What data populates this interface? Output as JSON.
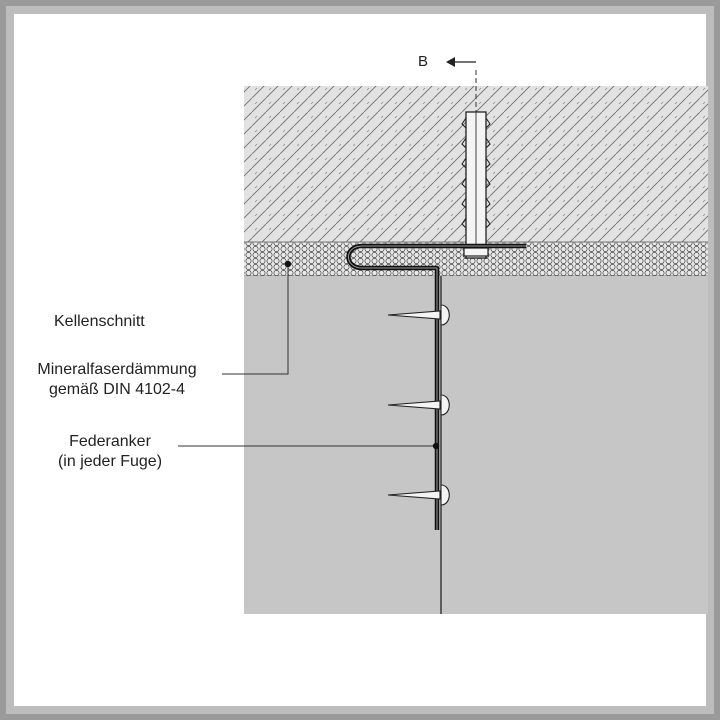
{
  "section_marker": "B",
  "labels": {
    "kellenschnitt": "Kellenschnitt",
    "insulation_line1": "Mineralfaserdämmung",
    "insulation_line2": "gemäß DIN 4102-4",
    "anchor_line1": "Federanker",
    "anchor_line2": "(in jeder Fuge)"
  },
  "colors": {
    "concrete_bg": "#dcdcdc",
    "masonry": "#c6c6c6",
    "frame_shadow": "#9a9a9a",
    "ink": "#1a1a1a"
  },
  "anchor_count": 3
}
